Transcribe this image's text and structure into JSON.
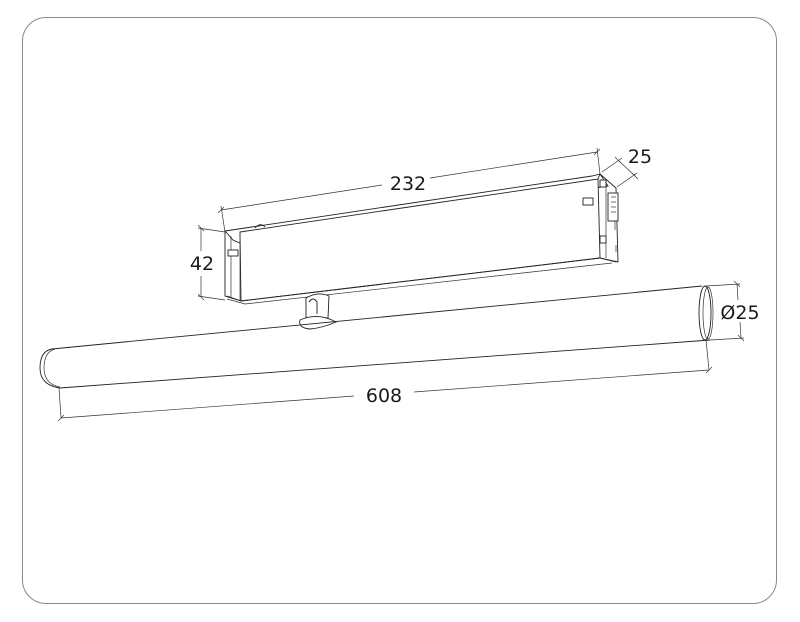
{
  "drawing": {
    "type": "technical-dimension-drawing",
    "subject": "track light fixture with driver box and cylindrical tube",
    "units": "mm",
    "dimensions": {
      "driver_length": "232",
      "driver_depth": "25",
      "driver_height": "42",
      "tube_diameter": "Ø25",
      "tube_length": "608"
    },
    "colors": {
      "line": "#222222",
      "frame": "#8a8a8a",
      "background": "#ffffff",
      "text": "#1a1a1a"
    }
  }
}
